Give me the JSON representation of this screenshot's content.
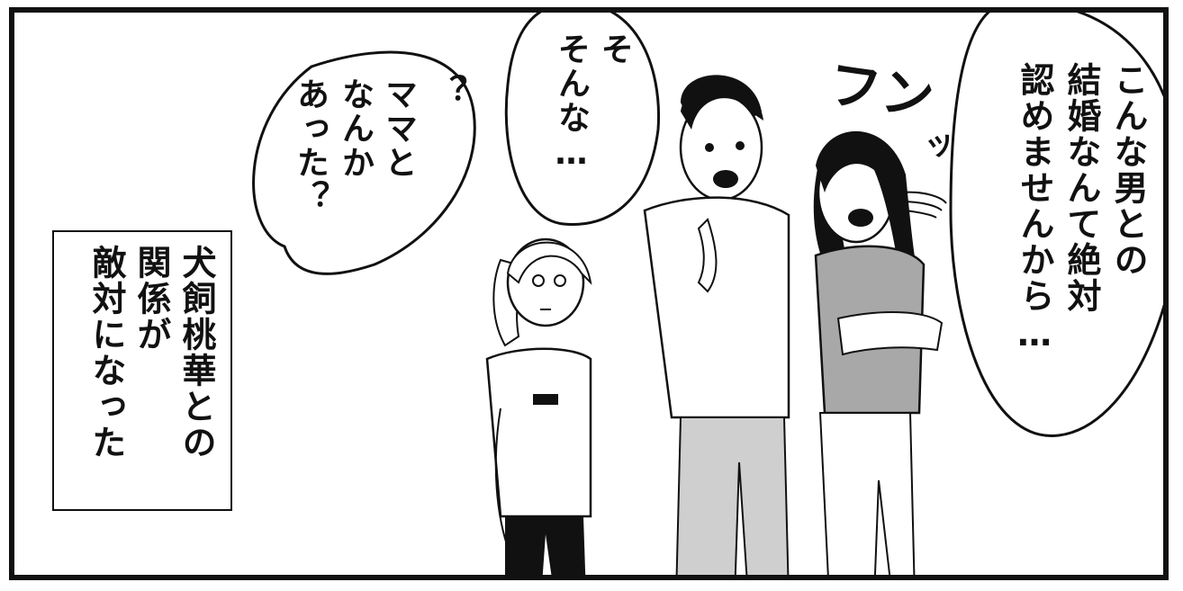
{
  "panel": {
    "colors": {
      "ink": "#111111",
      "paper": "#ffffff",
      "shirt_gray": "#a8a8a8",
      "pants_gray": "#cfcfcf"
    },
    "caption": {
      "col1": "犬飼桃華との",
      "col2": "関係が",
      "col3": "敵対になった"
    },
    "bubble_question": {
      "col1": "？",
      "col2": "ママと",
      "col3": "なんか",
      "col4": "あった？"
    },
    "bubble_stammer": {
      "col1": "そ",
      "col2": "そんな…"
    },
    "bubble_mother": {
      "col1": "こんな男との",
      "col2": "結婚なんて絶対",
      "col3": "認めませんから…"
    },
    "sfx": {
      "huff": "フン",
      "small": "ッ"
    }
  }
}
